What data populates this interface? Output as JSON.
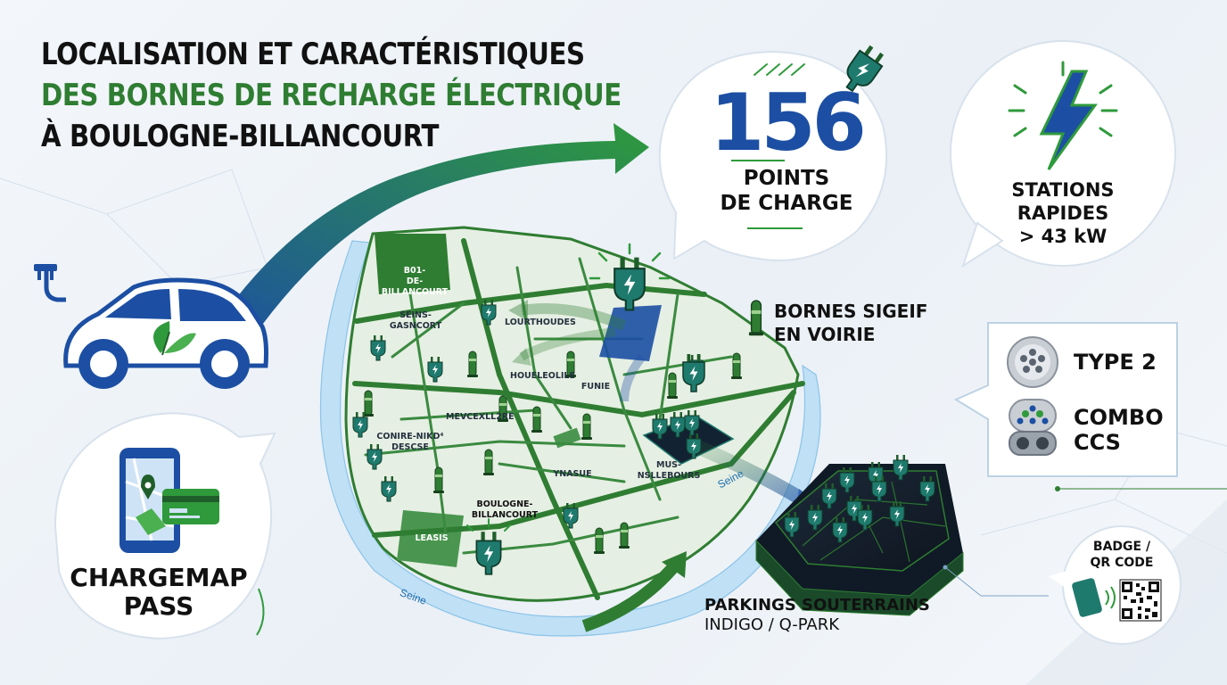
{
  "title": {
    "line1": "LOCALISATION ET CARACTÉRISTIQUES",
    "line2": "DES BORNES DE RECHARGE ÉLECTRIQUE",
    "line3": "À BOULOGNE-BILLANCOURT"
  },
  "points": {
    "number": "156",
    "line1": "POINTS",
    "line2": "DE CHARGE"
  },
  "stations": {
    "line1": "STATIONS",
    "line2": "RAPIDES",
    "line3": "> 43 kW"
  },
  "bornes": {
    "line1": "BORNES SIGEIF",
    "line2": "EN VOIRIE"
  },
  "connectors": {
    "type2": "TYPE 2",
    "combo_line1": "COMBO",
    "combo_line2": "CCS"
  },
  "chargemap": {
    "line1": "CHARGEMAP",
    "line2": "PASS"
  },
  "parkings": {
    "line1": "PARKINGS SOUTERRAINS",
    "line2": "INDIGO / Q-PARK"
  },
  "badge": {
    "line1": "BADGE /",
    "line2": "QR CODE"
  },
  "map": {
    "area1_line1": "B01-",
    "area1_line2": "DE-BILLANCOURT",
    "area2_line1": "SEINS-",
    "area2_line2": "GASNCORT",
    "area3": "LOURTHOUDES",
    "area4": "HOUELEOLILE",
    "area5": "FUNIE",
    "area6": "MEVCEXLL2RE",
    "area7_line1": "CONIRE-NIKD⁴",
    "area7_line2": "DESCSE",
    "area8": "YNASUE",
    "area9_line1": "MUS-",
    "area9_line2": "NSLLEBOURS",
    "area10_line1": "BOULOGNE-",
    "area10_line2": "BILLANCOURT",
    "area11": "LEASIS",
    "river1": "Seine",
    "river2": "Seine"
  },
  "colors": {
    "blue": "#1c4fa3",
    "green": "#2f7d32",
    "dark_green": "#1f5e2a",
    "teal": "#1f7a6e"
  }
}
